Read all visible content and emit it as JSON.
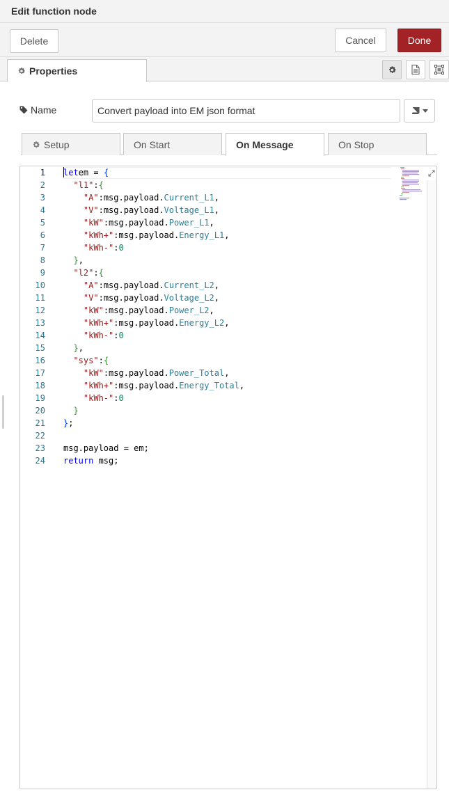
{
  "window": {
    "title": "Edit function node"
  },
  "toolbar": {
    "delete_label": "Delete",
    "cancel_label": "Cancel",
    "done_label": "Done"
  },
  "tabs": {
    "properties_label": "Properties"
  },
  "name_field": {
    "label": "Name",
    "value": "Convert payload into EM json format"
  },
  "subtabs": [
    {
      "label": "Setup",
      "active": false
    },
    {
      "label": "On Start",
      "active": false
    },
    {
      "label": "On Message",
      "active": true
    },
    {
      "label": "On Stop",
      "active": false
    }
  ],
  "editor": {
    "current_line": 1,
    "lines": [
      [
        [
          "kw",
          "let"
        ],
        [
          "",
          "em = "
        ],
        [
          "br1",
          "{"
        ]
      ],
      [
        [
          "",
          "  "
        ],
        [
          "str",
          "\"l1\""
        ],
        [
          "",
          ":"
        ],
        [
          "br2",
          "{"
        ]
      ],
      [
        [
          "",
          "    "
        ],
        [
          "str",
          "\"A\""
        ],
        [
          "",
          ":msg.payload."
        ],
        [
          "prop",
          "Current_L1"
        ],
        [
          "",
          ","
        ]
      ],
      [
        [
          "",
          "    "
        ],
        [
          "str",
          "\"V\""
        ],
        [
          "",
          ":msg.payload."
        ],
        [
          "prop",
          "Voltage_L1"
        ],
        [
          "",
          ","
        ]
      ],
      [
        [
          "",
          "    "
        ],
        [
          "str",
          "\"kW\""
        ],
        [
          "",
          ":msg.payload."
        ],
        [
          "prop",
          "Power_L1"
        ],
        [
          "",
          ","
        ]
      ],
      [
        [
          "",
          "    "
        ],
        [
          "str",
          "\"kWh+\""
        ],
        [
          "",
          ":msg.payload."
        ],
        [
          "prop",
          "Energy_L1"
        ],
        [
          "",
          ","
        ]
      ],
      [
        [
          "",
          "    "
        ],
        [
          "str",
          "\"kWh-\""
        ],
        [
          "",
          ":"
        ],
        [
          "num",
          "0"
        ]
      ],
      [
        [
          "",
          "  "
        ],
        [
          "br2",
          "}"
        ],
        [
          "",
          ","
        ]
      ],
      [
        [
          "",
          "  "
        ],
        [
          "str",
          "\"l2\""
        ],
        [
          "",
          ":"
        ],
        [
          "br2",
          "{"
        ]
      ],
      [
        [
          "",
          "    "
        ],
        [
          "str",
          "\"A\""
        ],
        [
          "",
          ":msg.payload."
        ],
        [
          "prop",
          "Current_L2"
        ],
        [
          "",
          ","
        ]
      ],
      [
        [
          "",
          "    "
        ],
        [
          "str",
          "\"V\""
        ],
        [
          "",
          ":msg.payload."
        ],
        [
          "prop",
          "Voltage_L2"
        ],
        [
          "",
          ","
        ]
      ],
      [
        [
          "",
          "    "
        ],
        [
          "str",
          "\"kW\""
        ],
        [
          "",
          ":msg.payload."
        ],
        [
          "prop",
          "Power_L2"
        ],
        [
          "",
          ","
        ]
      ],
      [
        [
          "",
          "    "
        ],
        [
          "str",
          "\"kWh+\""
        ],
        [
          "",
          ":msg.payload."
        ],
        [
          "prop",
          "Energy_L2"
        ],
        [
          "",
          ","
        ]
      ],
      [
        [
          "",
          "    "
        ],
        [
          "str",
          "\"kWh-\""
        ],
        [
          "",
          ":"
        ],
        [
          "num",
          "0"
        ]
      ],
      [
        [
          "",
          "  "
        ],
        [
          "br2",
          "}"
        ],
        [
          "",
          ","
        ]
      ],
      [
        [
          "",
          "  "
        ],
        [
          "str",
          "\"sys\""
        ],
        [
          "",
          ":"
        ],
        [
          "br2",
          "{"
        ]
      ],
      [
        [
          "",
          "    "
        ],
        [
          "str",
          "\"kW\""
        ],
        [
          "",
          ":msg.payload."
        ],
        [
          "prop",
          "Power_Total"
        ],
        [
          "",
          ","
        ]
      ],
      [
        [
          "",
          "    "
        ],
        [
          "str",
          "\"kWh+\""
        ],
        [
          "",
          ":msg.payload."
        ],
        [
          "prop",
          "Energy_Total"
        ],
        [
          "",
          ","
        ]
      ],
      [
        [
          "",
          "    "
        ],
        [
          "str",
          "\"kWh-\""
        ],
        [
          "",
          ":"
        ],
        [
          "num",
          "0"
        ]
      ],
      [
        [
          "",
          "  "
        ],
        [
          "br2",
          "}"
        ]
      ],
      [
        [
          "br1",
          "}"
        ],
        [
          "",
          ";"
        ]
      ],
      [],
      [
        [
          "",
          "msg.payload = em;"
        ]
      ],
      [
        [
          "kw",
          "return"
        ],
        [
          "",
          " msg;"
        ]
      ]
    ]
  }
}
